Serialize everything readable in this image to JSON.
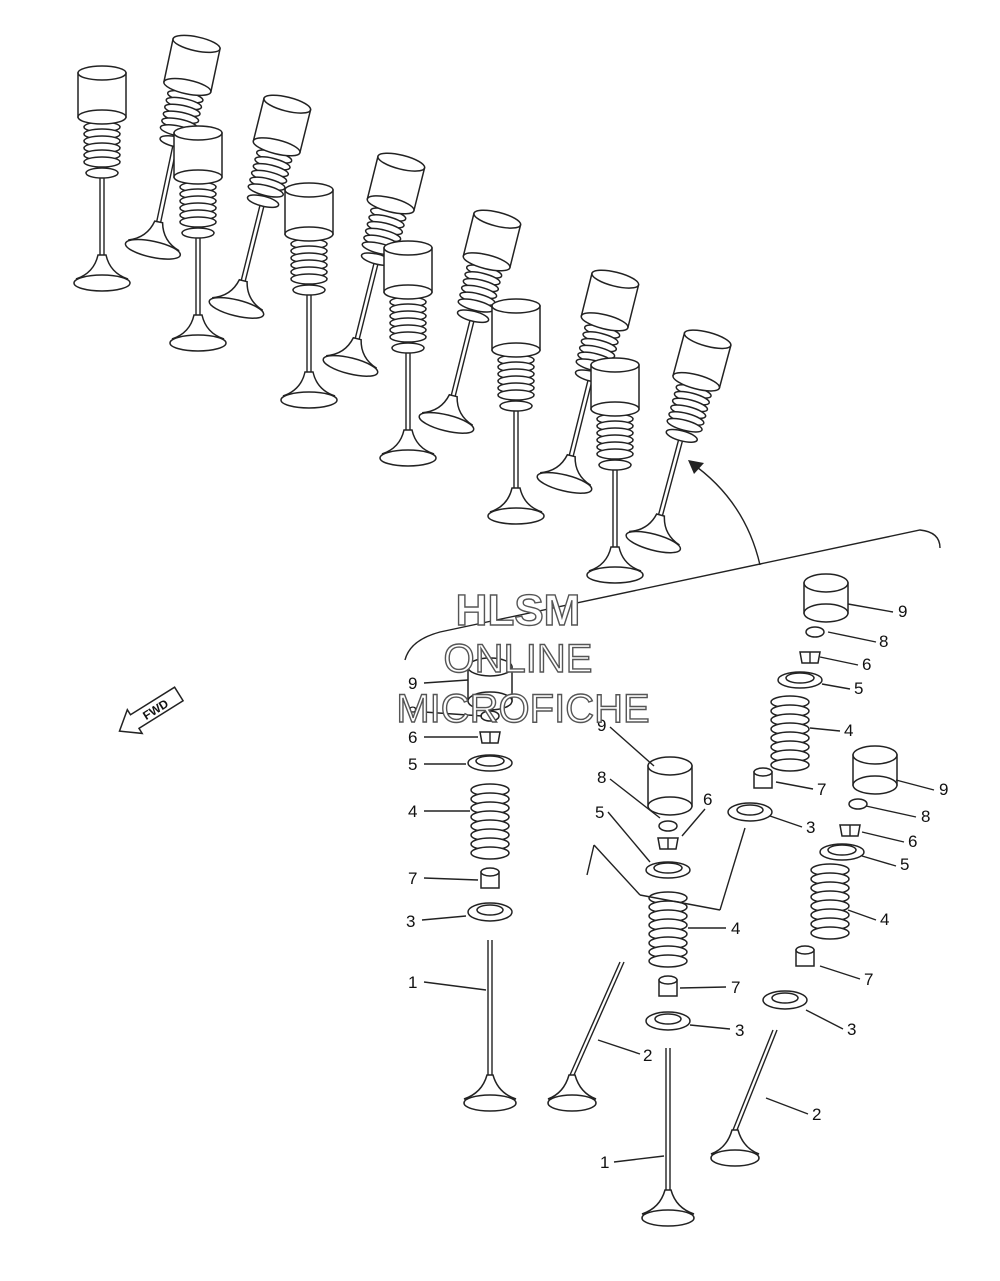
{
  "watermark": {
    "line1": "HLSM",
    "line2": "ONLINE",
    "line3": "MICROFICHE"
  },
  "direction_badge": {
    "label": "FWD",
    "icon": "forward-arrow-icon"
  },
  "callouts": [
    {
      "id": "c-g1-9",
      "text": "9"
    },
    {
      "id": "c-g1-8",
      "text": "8"
    },
    {
      "id": "c-g1-6",
      "text": "6"
    },
    {
      "id": "c-g1-5",
      "text": "5"
    },
    {
      "id": "c-g1-4",
      "text": "4"
    },
    {
      "id": "c-g1-7",
      "text": "7"
    },
    {
      "id": "c-g1-3",
      "text": "3"
    },
    {
      "id": "c-g1-1",
      "text": "1"
    },
    {
      "id": "c-g2-9",
      "text": "9"
    },
    {
      "id": "c-g2-8",
      "text": "8"
    },
    {
      "id": "c-g2-6",
      "text": "6"
    },
    {
      "id": "c-g2-5",
      "text": "5"
    },
    {
      "id": "c-g2-4",
      "text": "4"
    },
    {
      "id": "c-g2-7",
      "text": "7"
    },
    {
      "id": "c-g2-3",
      "text": "3"
    },
    {
      "id": "c-g2-2",
      "text": "2"
    },
    {
      "id": "c-g2-1",
      "text": "1"
    },
    {
      "id": "c-g3-9",
      "text": "9"
    },
    {
      "id": "c-g3-8",
      "text": "8"
    },
    {
      "id": "c-g3-6",
      "text": "6"
    },
    {
      "id": "c-g3-5",
      "text": "5"
    },
    {
      "id": "c-g3-4",
      "text": "4"
    },
    {
      "id": "c-g3-7",
      "text": "7"
    },
    {
      "id": "c-g3-3",
      "text": "3"
    },
    {
      "id": "c-g4-9",
      "text": "9"
    },
    {
      "id": "c-g4-8",
      "text": "8"
    },
    {
      "id": "c-g4-6",
      "text": "6"
    },
    {
      "id": "c-g4-5",
      "text": "5"
    },
    {
      "id": "c-g4-4",
      "text": "4"
    },
    {
      "id": "c-g4-7",
      "text": "7"
    },
    {
      "id": "c-g4-3",
      "text": "3"
    },
    {
      "id": "c-g4-2",
      "text": "2"
    }
  ],
  "colors": {
    "line": "#222222",
    "background": "#ffffff",
    "watermark_outline": "#555555"
  }
}
